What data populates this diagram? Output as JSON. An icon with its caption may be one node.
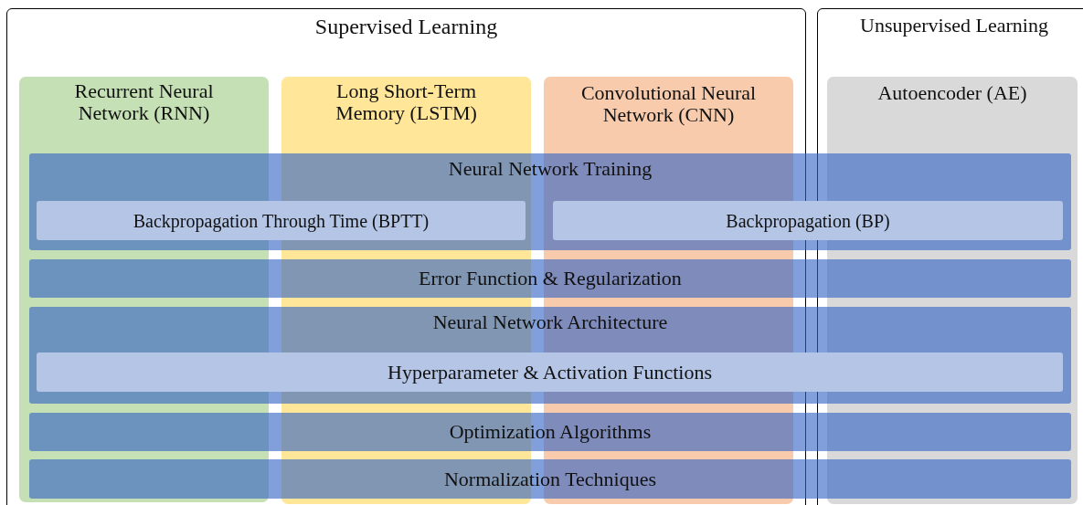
{
  "diagram": {
    "nodes": [
      {
        "text": [
          "Supervised Learning"
        ]
      },
      {
        "text": [
          "Unsupervised Learning"
        ]
      },
      {
        "text": [
          "Recurrent Neural Network (RNN)"
        ],
        "in": 0
      },
      {
        "text": [
          "Long Short-Term Memory (LSTM)"
        ],
        "in": 0
      },
      {
        "text": [
          "Convolutional Neural Network (CNN)"
        ],
        "in": 0
      },
      {
        "text": [
          "Autoencoder (AE)"
        ],
        "in": 1
      },
      {
        "text": [
          "Neural Network Training"
        ]
      },
      {
        "text": [
          "Backpropagation Through Time (BPTT)"
        ]
      },
      {
        "text": [
          "Backpropagation (BP)"
        ],
        "in": 6
      },
      {
        "text": [
          "Error Function & Regularization"
        ]
      },
      {
        "text": [
          "Neural Network Architecture"
        ]
      },
      {
        "text": [
          "Hyperparameter & Activation Functions"
        ],
        "in": 10
      },
      {
        "text": [
          "Optimization Algorithms"
        ]
      },
      {
        "text": [
          "Normalization Techniques"
        ]
      }
    ],
    "edges": []
  }
}
